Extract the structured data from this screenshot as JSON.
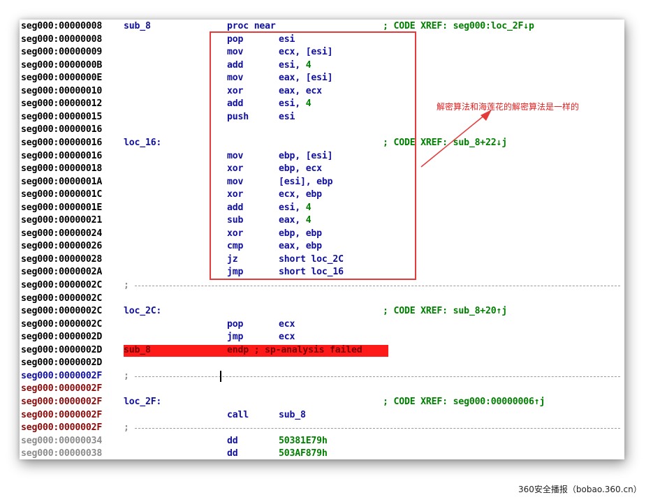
{
  "annotation": "解密算法和海莲花的解密算法是一样的",
  "watermark": "360安全播报（bobao.360.cn）",
  "colors": {
    "address": "#000000",
    "label": "#1010a0",
    "comment": "#008000",
    "immediate": "#008000",
    "highlight": "#ff1a1a",
    "annotation": "#e02020",
    "box": "#e53a3a"
  },
  "lines": [
    {
      "addr": "seg000:00000008",
      "label": "sub_8",
      "mnem": "proc near",
      "ops": "",
      "comment": "; CODE XREF: seg000:loc_2F↓p"
    },
    {
      "addr": "seg000:00000008",
      "label": "",
      "mnem": "pop",
      "ops": "esi",
      "comment": ""
    },
    {
      "addr": "seg000:00000009",
      "label": "",
      "mnem": "mov",
      "ops": "ecx, [esi]",
      "comment": ""
    },
    {
      "addr": "seg000:0000000B",
      "label": "",
      "mnem": "add",
      "ops": "esi, ",
      "num": "4",
      "comment": ""
    },
    {
      "addr": "seg000:0000000E",
      "label": "",
      "mnem": "mov",
      "ops": "eax, [esi]",
      "comment": ""
    },
    {
      "addr": "seg000:00000010",
      "label": "",
      "mnem": "xor",
      "ops": "eax, ecx",
      "comment": ""
    },
    {
      "addr": "seg000:00000012",
      "label": "",
      "mnem": "add",
      "ops": "esi, ",
      "num": "4",
      "comment": ""
    },
    {
      "addr": "seg000:00000015",
      "label": "",
      "mnem": "push",
      "ops": "esi",
      "comment": ""
    },
    {
      "addr": "seg000:00000016",
      "label": "",
      "mnem": "",
      "ops": "",
      "comment": ""
    },
    {
      "addr": "seg000:00000016",
      "label": "loc_16:",
      "mnem": "",
      "ops": "",
      "comment": "; CODE XREF: sub_8+22↓j"
    },
    {
      "addr": "seg000:00000016",
      "label": "",
      "mnem": "mov",
      "ops": "ebp, [esi]",
      "comment": ""
    },
    {
      "addr": "seg000:00000018",
      "label": "",
      "mnem": "xor",
      "ops": "ebp, ecx",
      "comment": ""
    },
    {
      "addr": "seg000:0000001A",
      "label": "",
      "mnem": "mov",
      "ops": "[esi], ebp",
      "comment": ""
    },
    {
      "addr": "seg000:0000001C",
      "label": "",
      "mnem": "xor",
      "ops": "ecx, ebp",
      "comment": ""
    },
    {
      "addr": "seg000:0000001E",
      "label": "",
      "mnem": "add",
      "ops": "esi, ",
      "num": "4",
      "comment": ""
    },
    {
      "addr": "seg000:00000021",
      "label": "",
      "mnem": "sub",
      "ops": "eax, ",
      "num": "4",
      "comment": ""
    },
    {
      "addr": "seg000:00000024",
      "label": "",
      "mnem": "xor",
      "ops": "ebp, ebp",
      "comment": ""
    },
    {
      "addr": "seg000:00000026",
      "label": "",
      "mnem": "cmp",
      "ops": "eax, ebp",
      "comment": ""
    },
    {
      "addr": "seg000:00000028",
      "label": "",
      "mnem": "jz",
      "ops": "short loc_2C",
      "comment": ""
    },
    {
      "addr": "seg000:0000002A",
      "label": "",
      "mnem": "jmp",
      "ops": "short loc_16",
      "comment": ""
    },
    {
      "addr": "seg000:0000002C",
      "sep": ";",
      "comment": ""
    },
    {
      "addr": "seg000:0000002C",
      "label": "",
      "mnem": "",
      "ops": "",
      "comment": ""
    },
    {
      "addr": "seg000:0000002C",
      "label": "loc_2C:",
      "mnem": "",
      "ops": "",
      "comment": "; CODE XREF: sub_8+20↑j"
    },
    {
      "addr": "seg000:0000002C",
      "label": "",
      "mnem": "pop",
      "ops": "ecx",
      "comment": ""
    },
    {
      "addr": "seg000:0000002D",
      "label": "",
      "mnem": "jmp",
      "ops": "ecx",
      "comment": ""
    },
    {
      "addr": "seg000:0000002D",
      "highlight": "sub_8",
      "hlrest": "endp ; sp-analysis failed"
    },
    {
      "addr": "seg000:0000002D",
      "label": "",
      "mnem": "",
      "ops": "",
      "comment": ""
    },
    {
      "addr": "seg000:0000002F",
      "sep": ";",
      "addrColor": "blue",
      "cursor": true
    },
    {
      "addr": "seg000:0000002F",
      "addrColor": "maroon",
      "label": "",
      "mnem": "",
      "ops": "",
      "comment": ""
    },
    {
      "addr": "seg000:0000002F",
      "addrColor": "maroon",
      "label": "loc_2F:",
      "mnem": "",
      "ops": "",
      "comment": "; CODE XREF: seg000:00000006↑j"
    },
    {
      "addr": "seg000:0000002F",
      "addrColor": "maroon",
      "label": "",
      "mnem": "call",
      "ops": "sub_8",
      "comment": ""
    },
    {
      "addr": "seg000:0000002F",
      "addrColor": "maroon",
      "sep": ";"
    },
    {
      "addr": "seg000:00000034",
      "addrColor": "gray",
      "label": "",
      "mnem": "dd",
      "ops": "",
      "num": "50381E79h",
      "comment": ""
    },
    {
      "addr": "seg000:00000038",
      "addrColor": "gray",
      "label": "",
      "mnem": "dd",
      "ops": "",
      "num": "503AF879h",
      "comment": ""
    }
  ]
}
